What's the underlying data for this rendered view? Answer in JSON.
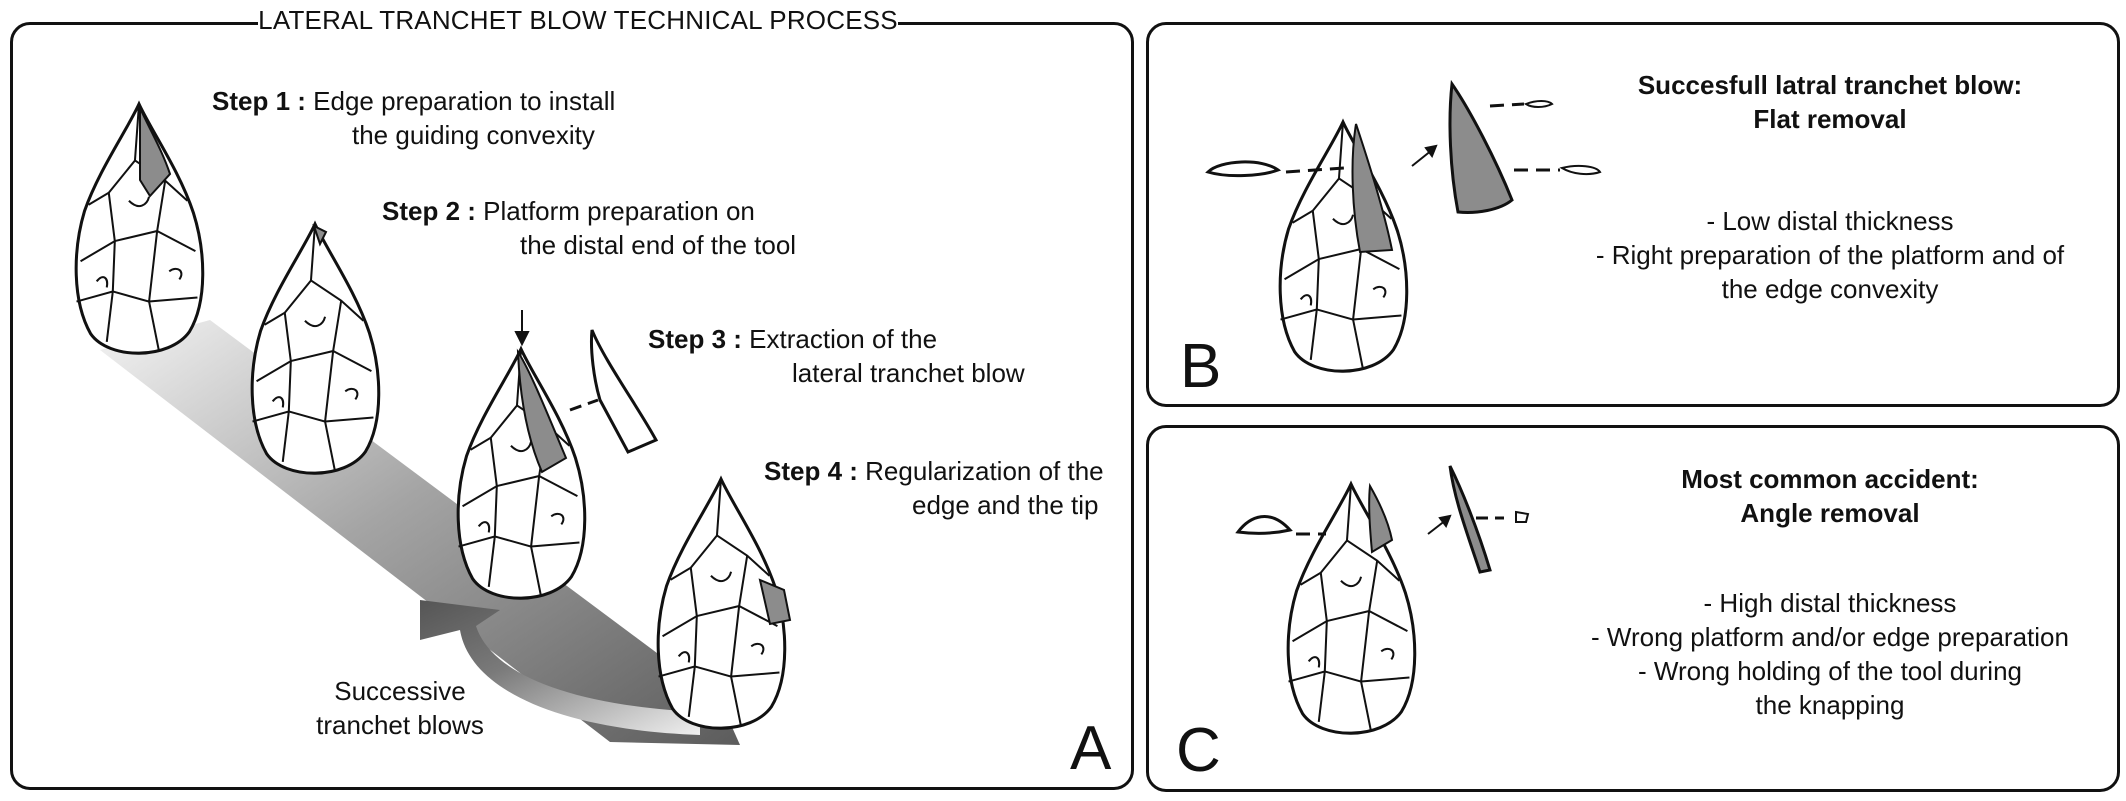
{
  "panel_a": {
    "title": "LATERAL TRANCHET BLOW TECHNICAL PROCESS",
    "letter": "A",
    "steps": [
      {
        "label": "Step 1 :",
        "line1": "Edge preparation to install",
        "line2": "the guiding convexity"
      },
      {
        "label": "Step 2 :",
        "line1": "Platform preparation on",
        "line2": "the distal end of the tool"
      },
      {
        "label": "Step 3 :",
        "line1": "Extraction of the",
        "line2": "lateral tranchet blow"
      },
      {
        "label": "Step 4 :",
        "line1": "Regularization of the",
        "line2": "edge and the tip"
      }
    ],
    "arrow_label_line1": "Successive",
    "arrow_label_line2": "tranchet blows"
  },
  "panel_b": {
    "letter": "B",
    "heading_line1": "Succesfull latral tranchet blow:",
    "heading_line2": "Flat removal",
    "bullets": [
      "- Low distal thickness",
      "- Right preparation of the platform and of",
      "the edge convexity"
    ]
  },
  "panel_c": {
    "letter": "C",
    "heading_line1": "Most common accident:",
    "heading_line2": "Angle removal",
    "bullets": [
      "- High distal thickness",
      "- Wrong platform and/or edge preparation",
      "- Wrong holding of the tool during",
      "the knapping"
    ]
  },
  "colors": {
    "outline": "#111111",
    "scar_fill": "#8c8c8c",
    "arrow_dark": "#555555",
    "arrow_light": "#e0e0e0"
  },
  "icons": [
    "handaxe-drawing",
    "tranchet-flake-drawing",
    "flake-section-drawing",
    "striking-arrow-icon",
    "successive-blows-arrow"
  ]
}
